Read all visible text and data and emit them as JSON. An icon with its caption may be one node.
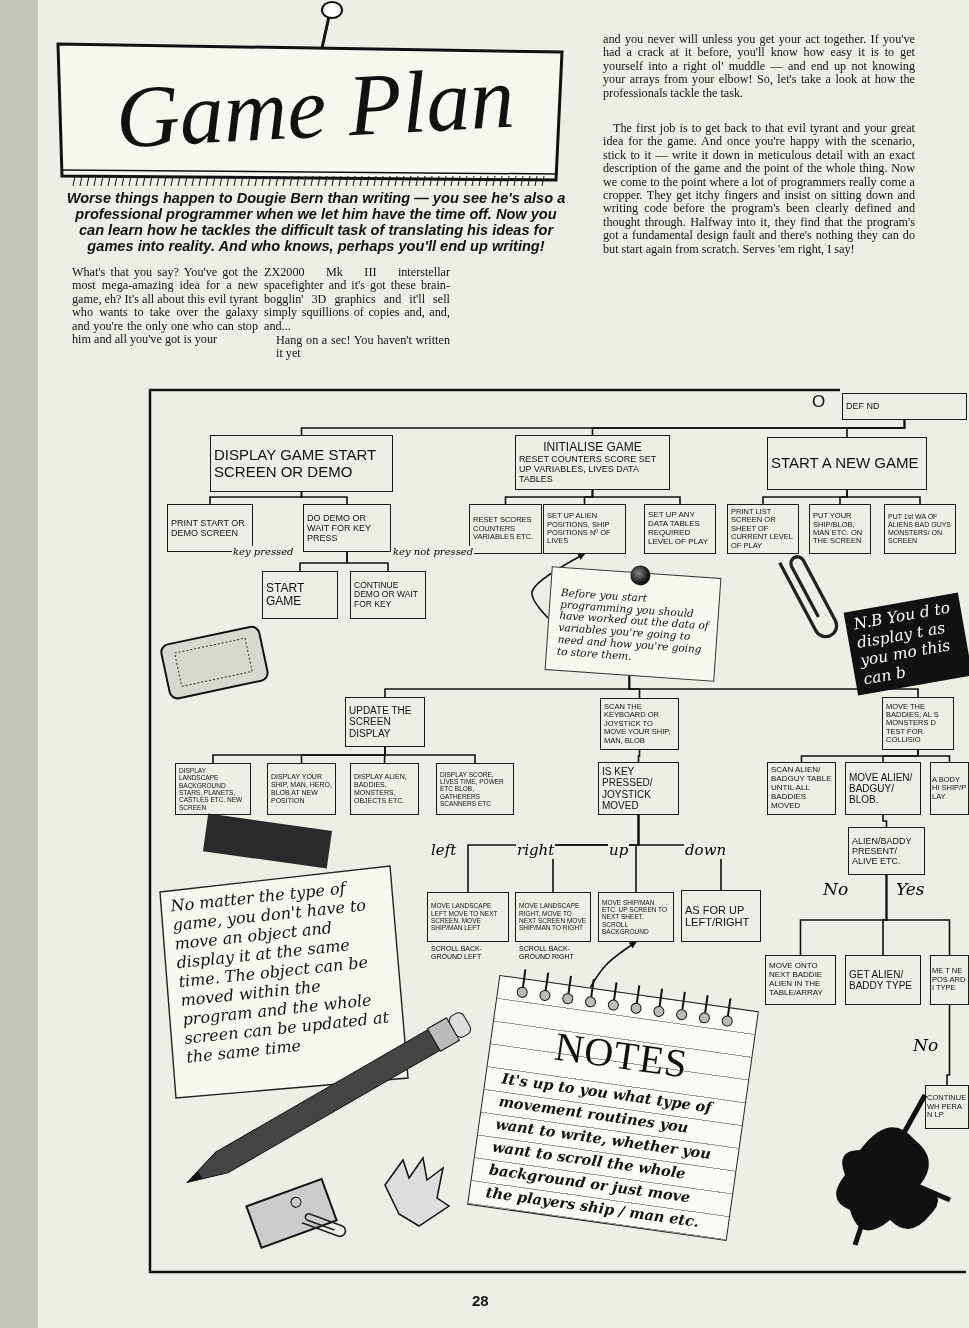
{
  "diagram": {
    "title": "Game Plan",
    "nodes": [
      {
        "text": [
          "DEF ND"
        ]
      },
      {
        "text": [
          "DISPLAY GAME START SCREEN OR DEMO"
        ]
      },
      {
        "text": [
          "INITIALISE GAME",
          "RESET COUNTERS SCORE SET UP VARIABLES, LIVES DATA TABLES"
        ]
      },
      {
        "text": [
          "START A NEW GAME"
        ]
      },
      {
        "text": [
          "PRINT START OR DEMO SCREEN"
        ]
      },
      {
        "text": [
          "DO DEMO OR WAIT FOR KEY PRESS"
        ]
      },
      {
        "text": [
          "START GAME"
        ]
      },
      {
        "text": [
          "CONTINUE DEMO OR WAIT FOR KEY"
        ]
      },
      {
        "text": [
          "RESET SCORES COUNTERS VARIABLES ETC."
        ]
      },
      {
        "text": [
          "SET UP ALIEN POSITIONS, SHIP POSITIONS Nº OF LIVES"
        ]
      },
      {
        "text": [
          "SET UP ANY DATA TABLES REQUIRED LEVEL OF PLAY"
        ]
      },
      {
        "text": [
          "PRINT LIST SCREEN OR SHEET OF CURRENT LEVEL OF PLAY"
        ]
      },
      {
        "text": [
          "PUT YOUR SHIP/BLOB, MAN ETC. ON THE SCREEN"
        ]
      },
      {
        "text": [
          "PUT 1st WA OF ALIENS BAD GUYS MONSTERS/ ON SCREEN"
        ]
      },
      {
        "text": [
          "Before you start programming you should have worked out the data of variables you're going to need and how you're going to store them."
        ]
      },
      {
        "text": [
          "UPDATE THE SCREEN DISPLAY"
        ]
      },
      {
        "text": [
          "DISPLAY LANDSCAPE BACKGROUND STARS, PLANETS, CASTLES ETC. NEW SCREEN"
        ]
      },
      {
        "text": [
          "DISPLAY YOUR SHIP, MAN, HERO, BLOB AT NEW POSITION"
        ]
      },
      {
        "text": [
          "DISPLAY ALIEN, BADDIES, MONSTERS, OBJECTS ETC."
        ]
      },
      {
        "text": [
          "DISPLAY SCORE, LIVES TIME, POWER ETC BLOB, GATHERERS SCANNERS ETC"
        ]
      },
      {
        "text": [
          "SCAN THE KEYBOARD OR JOYSTICK TO MOVE YOUR SHIP, MAN, BLOB"
        ]
      },
      {
        "text": [
          "IS KEY PRESSED/ JOYSTICK MOVED"
        ]
      },
      {
        "text": [
          "MOVE LANDSCAPE LEFT MOVE TO NEXT SCREEN. MOVE SHIP/MAN LEFT"
        ],
        "beside": [
          "SCROLL BACK-GROUND LEFT"
        ]
      },
      {
        "text": [
          "MOVE LANDSCAPE RIGHT, MOVE TO NEXT SCREEN MOVE SHIP/MAN TO RIGHT"
        ],
        "beside": [
          "SCROLL BACK-GROUND RIGHT"
        ]
      },
      {
        "text": [
          "MOVE SHIP/MAN ETC. UP SCREEN TO NEXT SHEET. SCROLL BACKGROUND"
        ]
      },
      {
        "text": [
          "AS FOR UP LEFT/RIGHT"
        ]
      },
      {
        "text": [
          "MOVE THE BADDIES, AL S MONSTERS D TEST FOR COLLISIO"
        ]
      },
      {
        "text": [
          "SCAN ALIEN/ BADGUY TABLE UNTIL ALL BADDIES MOVED"
        ]
      },
      {
        "text": [
          "MOVE ALIEN/ BADGUY/ BLOB."
        ]
      },
      {
        "text": [
          "A BODY HI SHIP/PLAY"
        ]
      },
      {
        "text": [
          "ALIEN/BADDY PRESENT/ ALIVE ETC."
        ]
      },
      {
        "text": [
          "MOVE ONTO NEXT BADDIE ALIEN IN THE TABLE/ARRAY"
        ]
      },
      {
        "text": [
          "GET ALIEN/ BADDY TYPE"
        ]
      },
      {
        "text": [
          "ME T NE POS ARDI TYPE"
        ]
      },
      {
        "text": [
          "CONTINUE WH PERAN LP"
        ]
      },
      {
        "text": [
          "NOTES",
          "It's up to you what type of movement routines you want to write, whether you want to scroll the whole background or just move the players ship / man etc."
        ]
      }
    ],
    "edges": [
      {
        "from": 0,
        "to": 1,
        "arrow": "none"
      },
      {
        "from": 0,
        "to": 2,
        "arrow": "none"
      },
      {
        "from": 0,
        "to": 3,
        "arrow": "none"
      },
      {
        "from": 1,
        "to": 4,
        "arrow": "none"
      },
      {
        "from": 1,
        "to": 5,
        "arrow": "none"
      },
      {
        "from": 5,
        "to": 6,
        "label": "key pressed",
        "arrow": "none"
      },
      {
        "from": 5,
        "to": 7,
        "label": "key not pressed",
        "arrow": "none"
      },
      {
        "from": 2,
        "to": 8,
        "arrow": "none"
      },
      {
        "from": 2,
        "to": 9,
        "arrow": "none"
      },
      {
        "from": 2,
        "to": 10,
        "arrow": "none"
      },
      {
        "from": 3,
        "to": 11,
        "arrow": "none"
      },
      {
        "from": 3,
        "to": 12,
        "arrow": "none"
      },
      {
        "from": 3,
        "to": 13,
        "arrow": "none"
      },
      {
        "from": 14,
        "to": 9,
        "arrow": "to"
      },
      {
        "from": 14,
        "to": 15,
        "arrow": "none"
      },
      {
        "from": 14,
        "to": 20,
        "arrow": "none"
      },
      {
        "from": 14,
        "to": 26,
        "arrow": "none"
      },
      {
        "from": 15,
        "to": 16,
        "arrow": "none"
      },
      {
        "from": 15,
        "to": 17,
        "arrow": "none"
      },
      {
        "from": 15,
        "to": 18,
        "arrow": "none"
      },
      {
        "from": 15,
        "to": 19,
        "arrow": "none"
      },
      {
        "from": 20,
        "to": 21,
        "arrow": "none"
      },
      {
        "from": 21,
        "to": 22,
        "label": "left",
        "arrow": "none"
      },
      {
        "from": 21,
        "to": 23,
        "label": "right",
        "arrow": "none"
      },
      {
        "from": 21,
        "to": 24,
        "label": "up",
        "arrow": "none"
      },
      {
        "from": 21,
        "to": 25,
        "label": "down",
        "arrow": "none"
      },
      {
        "from": 26,
        "to": 27,
        "arrow": "none"
      },
      {
        "from": 26,
        "to": 28,
        "arrow": "none"
      },
      {
        "from": 26,
        "to": 29,
        "arrow": "none"
      },
      {
        "from": 28,
        "to": 30,
        "arrow": "none"
      },
      {
        "from": 30,
        "to": 31,
        "label": "No",
        "arrow": "none"
      },
      {
        "from": 30,
        "to": 32,
        "label": "Yes",
        "arrow": "none"
      },
      {
        "from": 30,
        "to": 33,
        "arrow": "none"
      },
      {
        "from": 33,
        "to": 34,
        "label": "No",
        "arrow": "none"
      },
      {
        "from": 35,
        "to": 24,
        "arrow": "to"
      }
    ],
    "labels": [
      "Worse things happen to Dougie Bern than writing — you see he's also a professional programmer when we let him have the time off. Now you can learn how he tackles the difficult task of translating his ideas for games into reality. And who knows, perhaps you'll end up writing!",
      "What's that you say? You've got the most mega-amazing idea for a new game, eh? It's all about this evil tyrant who wants to take over the galaxy and you're the only one who can stop him and all you've got is your",
      "ZX2000 Mk III interstellar spacefighter and it's got these brain-bogglin' 3D graphics and it'll sell simply squillions of copies and, and, and...",
      "Hang on a sec! You haven't written it yet",
      "and you never will unless you get your act together. If you've had a crack at it before, you'll know how easy it is to get yourself into a right ol' muddle — and end up not knowing your arrays from your elbow! So, let's take a look at how the professionals tackle the task.",
      "The first job is to get back to that evil tyrant and your great idea for the game. And once you're happy with the scenario, stick to it — write it down in meticulous detail with an exact description of the game and the point of the whole thing. Now we come to the point where a lot of programmers really come a cropper. They get itchy fingers and insist on sitting down and writing code before the program's been clearly defined and thought through. Halfway into it, they find that the program's got a fundamental design fault and there's nothing they can do but start again from scratch. Serves 'em right, I say!",
      "O",
      "N.B You d to display t as you mo this can b",
      "No matter the type of game, you don't have to move an object and display it at the same time. The object can be moved within the program and the whole screen can be updated at the same time",
      "28"
    ]
  }
}
